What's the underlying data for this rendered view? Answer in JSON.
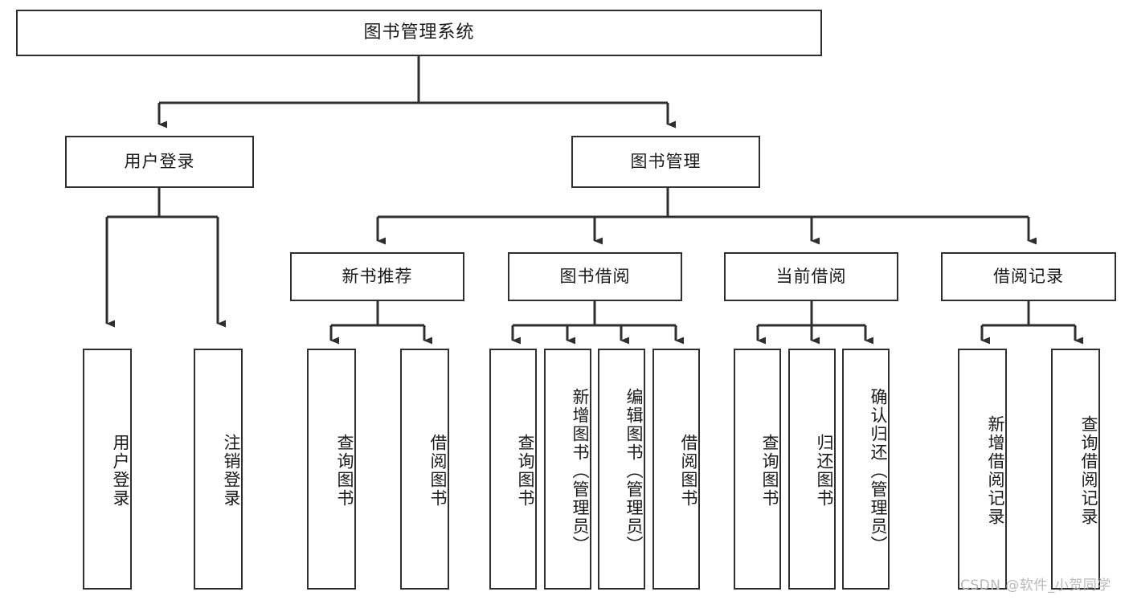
{
  "diagram": {
    "title": "图书管理系统",
    "level2": [
      {
        "id": "user-login",
        "label": "用户登录"
      },
      {
        "id": "book-management",
        "label": "图书管理"
      }
    ],
    "level3": [
      {
        "id": "new-book-recommend",
        "label": "新书推荐"
      },
      {
        "id": "book-borrow",
        "label": "图书借阅"
      },
      {
        "id": "current-borrow",
        "label": "当前借阅"
      },
      {
        "id": "borrow-record",
        "label": "借阅记录"
      }
    ],
    "leaves": [
      {
        "id": "leaf-user-login",
        "label": "用户登录",
        "parent": "user-login"
      },
      {
        "id": "leaf-logout-login",
        "label": "注销登录",
        "parent": "user-login"
      },
      {
        "id": "leaf-query-book-1",
        "label": "查询图书",
        "parent": "new-book-recommend"
      },
      {
        "id": "leaf-borrow-book-1",
        "label": "借阅图书",
        "parent": "new-book-recommend"
      },
      {
        "id": "leaf-query-book-2",
        "label": "查询图书",
        "parent": "book-borrow"
      },
      {
        "id": "leaf-add-book",
        "label": "新增图书（管理员）",
        "parent": "book-borrow"
      },
      {
        "id": "leaf-edit-book",
        "label": "编辑图书（管理员）",
        "parent": "book-borrow"
      },
      {
        "id": "leaf-borrow-book-2",
        "label": "借阅图书",
        "parent": "book-borrow"
      },
      {
        "id": "leaf-query-book-3",
        "label": "查询图书",
        "parent": "current-borrow"
      },
      {
        "id": "leaf-return-book",
        "label": "归还图书",
        "parent": "current-borrow"
      },
      {
        "id": "leaf-confirm-return",
        "label": "确认归还（管理员）",
        "parent": "current-borrow"
      },
      {
        "id": "leaf-add-borrow-record",
        "label": "新增借阅记录",
        "parent": "borrow-record"
      },
      {
        "id": "leaf-query-borrow-record",
        "label": "查询借阅记录",
        "parent": "borrow-record"
      }
    ]
  },
  "watermark": {
    "text": "CSDN @软件_小贺同学"
  },
  "colors": {
    "border": "#2f2f2f",
    "background": "#ffffff",
    "text": "#1a1a1a",
    "watermark": "#b9b9b9"
  }
}
